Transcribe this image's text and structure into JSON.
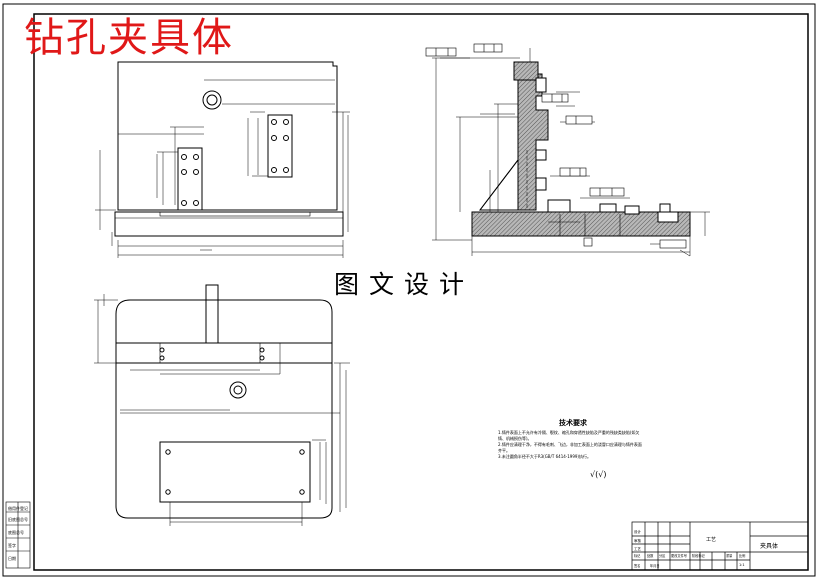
{
  "overlay_title": "钻孔夹具体",
  "watermark": "图文设计",
  "tech_notes": {
    "title": "技术要求",
    "lines": [
      "1.铸件表面上不允许有冷隔、裂纹、缩孔和穿透性缺陷及严重的残缺类缺陷(如欠",
      "铸、机械损伤等)。",
      "2.铸件应清理干净，不得有毛刺、飞边，非加工表面上的浇冒口应清理与铸件表面",
      "齐平。",
      "3.未注圆角半径不大于R3(GB/T 6414-1999)执行。"
    ],
    "roughness": "√(√)"
  },
  "title_block": {
    "part_name": "夹具体",
    "process": "工艺",
    "row_labels": [
      "标记",
      "处数",
      "分区",
      "更改文件号",
      "签名",
      "年月日"
    ],
    "sign_rows": [
      "设计",
      "审核",
      "工艺"
    ],
    "stage_label": "阶段标记",
    "weight_label": "重量",
    "scale_label": "比例",
    "scale_value": "1:1"
  },
  "left_strip": [
    "借用件登记",
    "旧底图总号",
    "底图总号",
    "签字",
    "日期"
  ],
  "colors": {
    "title": "#e01818",
    "line": "#000000",
    "section_fill": "#9a9a9a"
  }
}
